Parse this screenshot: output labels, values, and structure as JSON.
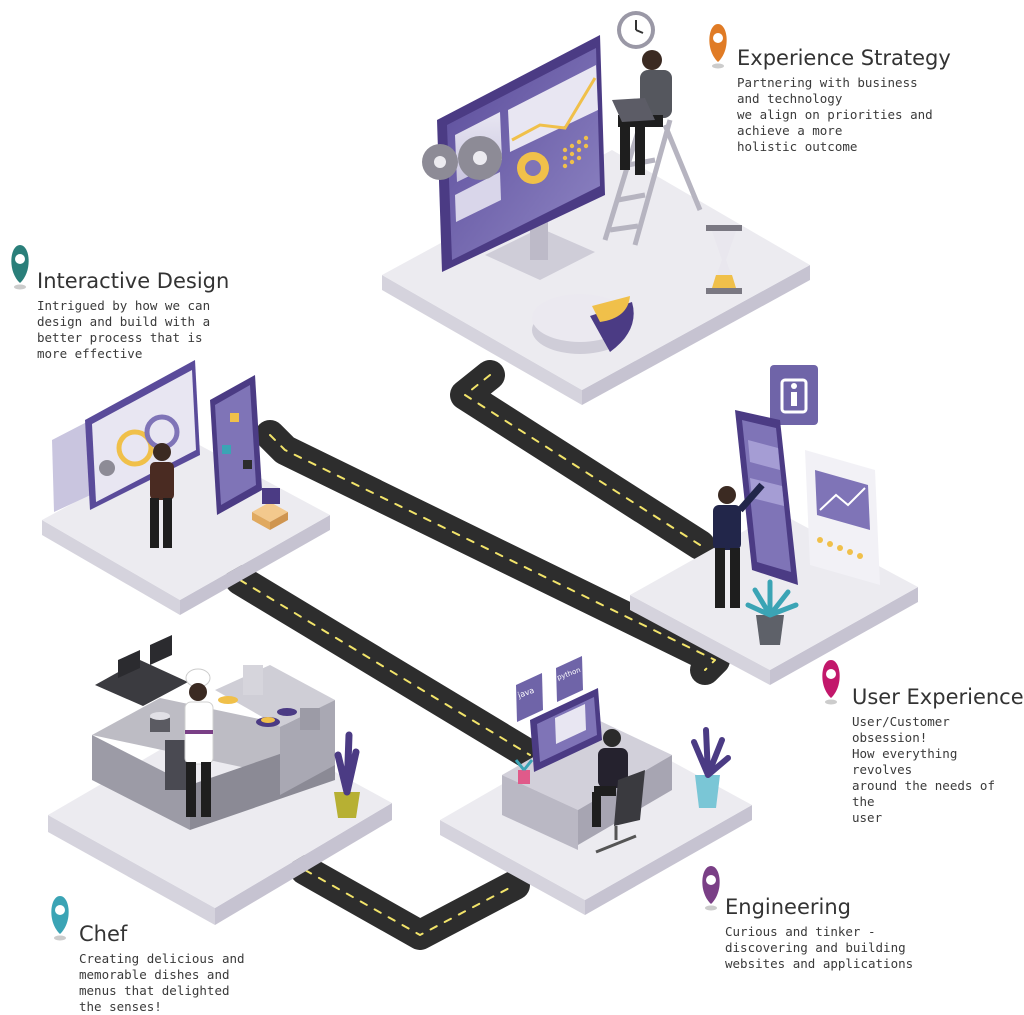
{
  "stations": [
    {
      "id": "experience-strategy",
      "title": "Experience Strategy",
      "lines": [
        "Partnering with business",
        "and technology",
        "we align on priorities and",
        "achieve a more",
        "holistic outcome"
      ],
      "pin_color": "#e07b25"
    },
    {
      "id": "interactive-design",
      "title": "Interactive Design",
      "lines": [
        "Intrigued by how we can",
        "design and build with a",
        "better process that is",
        "more effective"
      ],
      "pin_color": "#2a7f7a"
    },
    {
      "id": "user-experience",
      "title": "User Experience",
      "lines": [
        "User/Customer",
        "obsession!",
        "How everything revolves",
        "around the needs of the",
        "user"
      ],
      "pin_color": "#c2186b"
    },
    {
      "id": "engineering",
      "title": "Engineering",
      "lines": [
        "Curious and tinker -",
        "discovering and building",
        "websites and applications"
      ],
      "pin_color": "#7a3f86"
    },
    {
      "id": "chef",
      "title": "Chef",
      "lines": [
        "Creating delicious and",
        "memorable dishes and",
        "menus that delighted",
        "the senses!"
      ],
      "pin_color": "#3ba4b5"
    }
  ],
  "badges": [
    "java",
    "python"
  ],
  "colors": {
    "platform_top": "#ecebf0",
    "platform_side": "#d5d3dd",
    "road": "#2d2d2d",
    "road_line": "#f2e46a",
    "purple": "#4b3b84",
    "lavender": "#7f74b7",
    "yellow": "#f0c04a"
  }
}
